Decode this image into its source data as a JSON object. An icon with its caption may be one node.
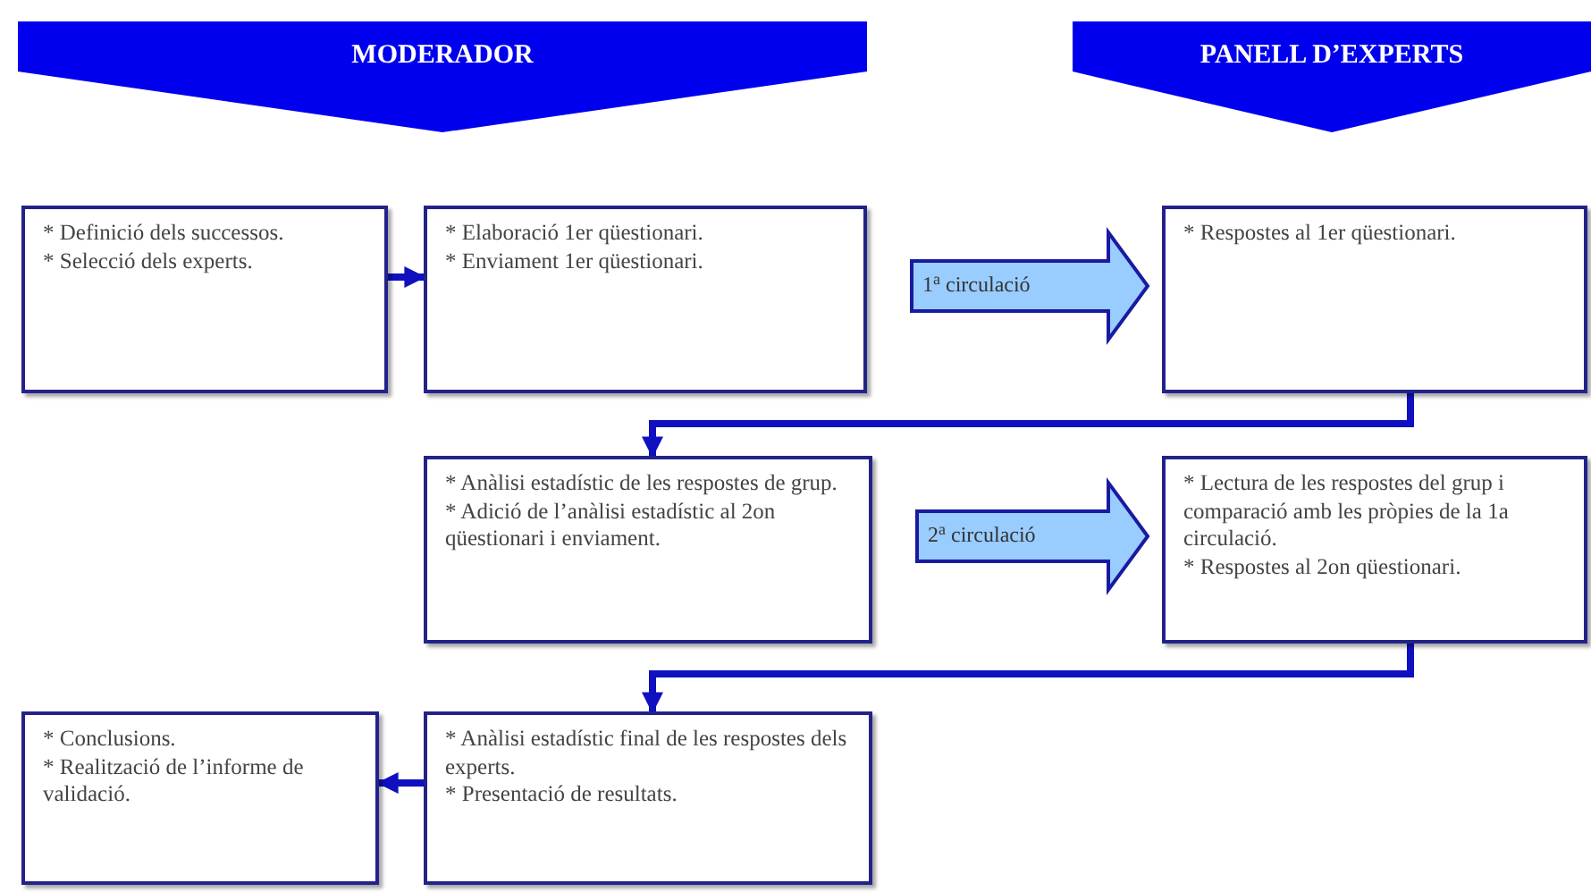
{
  "diagram": {
    "nodes": [
      {
        "text": [
          "MODERADOR"
        ]
      },
      {
        "text": [
          "PANELL D’EXPERTS"
        ]
      },
      {
        "text": [
          "* Definició dels successos.",
          "* Selecció dels experts."
        ]
      },
      {
        "text": [
          "* Elaboració 1er qüestionari.",
          "* Enviament 1er qüestionari."
        ]
      },
      {
        "text": [
          "* Respostes al 1er qüestionari."
        ]
      },
      {
        "text": [
          "* Anàlisi estadístic de les respostes de grup.",
          "* Adició de l’anàlisi estadístic al 2on qüestionari i enviament."
        ]
      },
      {
        "text": [
          "* Lectura de les respostes del grup i comparació amb les pròpies de la 1a circulació.",
          "* Respostes al 2on qüestionari."
        ]
      },
      {
        "text": [
          "* Conclusions.",
          "* Realització de l’informe de validació."
        ]
      },
      {
        "text": [
          "* Anàlisi estadístic final de les respostes dels experts.",
          "* Presentació de resultats."
        ]
      }
    ],
    "edges": [
      {
        "from": 2,
        "to": 3,
        "arrow": "to"
      },
      {
        "from": 3,
        "to": 4,
        "arrow": "to",
        "label": "1$^{a}$ circulació",
        "style": "thick",
        "color": "#99ccff"
      },
      {
        "from": 4,
        "to": 5,
        "arrow": "to"
      },
      {
        "from": 5,
        "to": 6,
        "arrow": "to",
        "label": "2$^{a}$ circulació",
        "style": "thick",
        "color": "#99ccff"
      },
      {
        "from": 6,
        "to": 8,
        "arrow": "to"
      },
      {
        "from": 8,
        "to": 7,
        "arrow": "to"
      }
    ]
  }
}
